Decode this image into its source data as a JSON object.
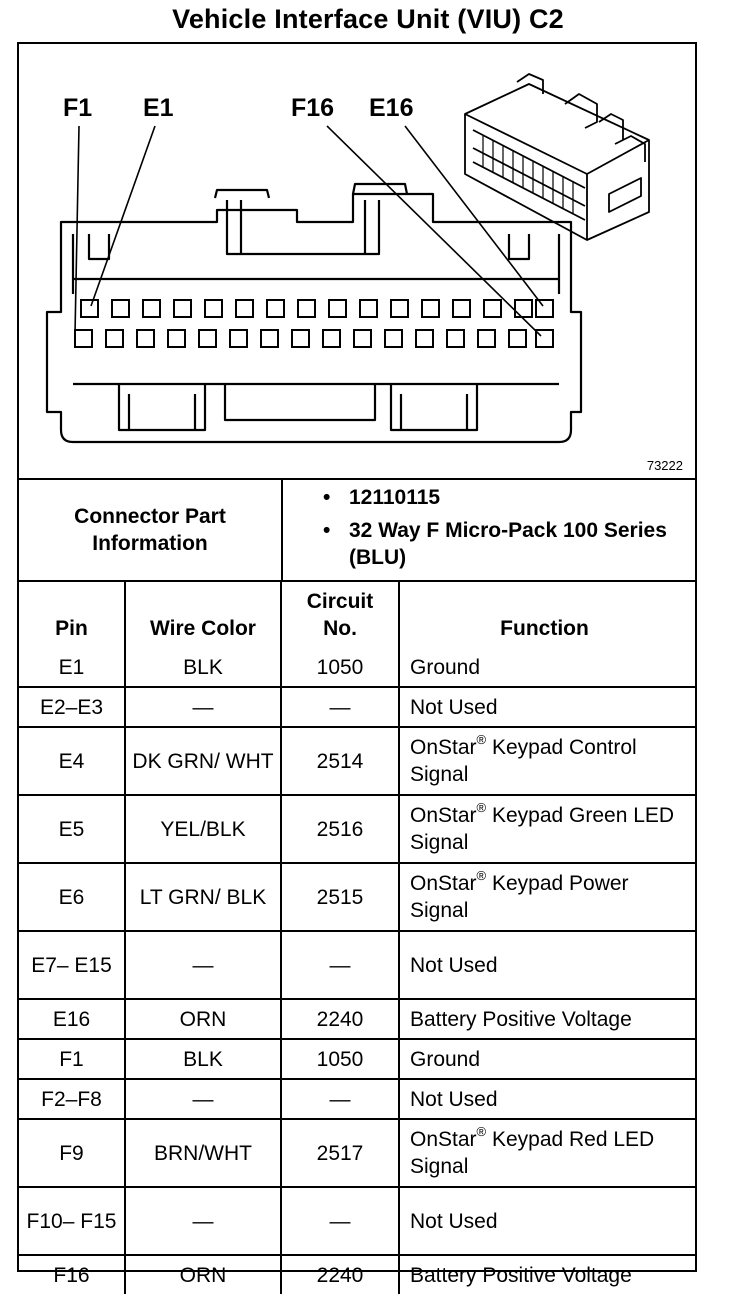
{
  "title": "Vehicle Interface Unit (VIU) C2",
  "figure": {
    "labels": {
      "f1": "F1",
      "e1": "E1",
      "f16": "F16",
      "e16": "E16"
    },
    "figure_number": "73222"
  },
  "connector_info": {
    "heading": "Connector Part Information",
    "bullet": "•",
    "items": [
      "12110115",
      "32 Way F Micro-Pack 100 Series (BLU)"
    ]
  },
  "table": {
    "headers": {
      "pin": "Pin",
      "wire_color": "Wire Color",
      "circuit": "Circuit No.",
      "function": "Function"
    },
    "rows": [
      {
        "pin": "E1",
        "color": "BLK",
        "circuit": "1050",
        "function": "Ground"
      },
      {
        "pin": "E2–E3",
        "color": "—",
        "circuit": "—",
        "function": "Not Used"
      },
      {
        "pin": "E4",
        "color": "DK GRN/ WHT",
        "circuit": "2514",
        "function": "OnStar® Keypad Control Signal"
      },
      {
        "pin": "E5",
        "color": "YEL/BLK",
        "circuit": "2516",
        "function": "OnStar® Keypad Green LED Signal"
      },
      {
        "pin": "E6",
        "color": "LT GRN/ BLK",
        "circuit": "2515",
        "function": "OnStar® Keypad Power Signal"
      },
      {
        "pin": "E7– E15",
        "color": "—",
        "circuit": "—",
        "function": "Not Used"
      },
      {
        "pin": "E16",
        "color": "ORN",
        "circuit": "2240",
        "function": "Battery Positive Voltage"
      },
      {
        "pin": "F1",
        "color": "BLK",
        "circuit": "1050",
        "function": "Ground"
      },
      {
        "pin": "F2–F8",
        "color": "—",
        "circuit": "—",
        "function": "Not Used"
      },
      {
        "pin": "F9",
        "color": "BRN/WHT",
        "circuit": "2517",
        "function": "OnStar® Keypad Red LED Signal"
      },
      {
        "pin": "F10– F15",
        "color": "—",
        "circuit": "—",
        "function": "Not Used"
      },
      {
        "pin": "F16",
        "color": "ORN",
        "circuit": "2240",
        "function": "Battery Positive Voltage"
      }
    ]
  }
}
